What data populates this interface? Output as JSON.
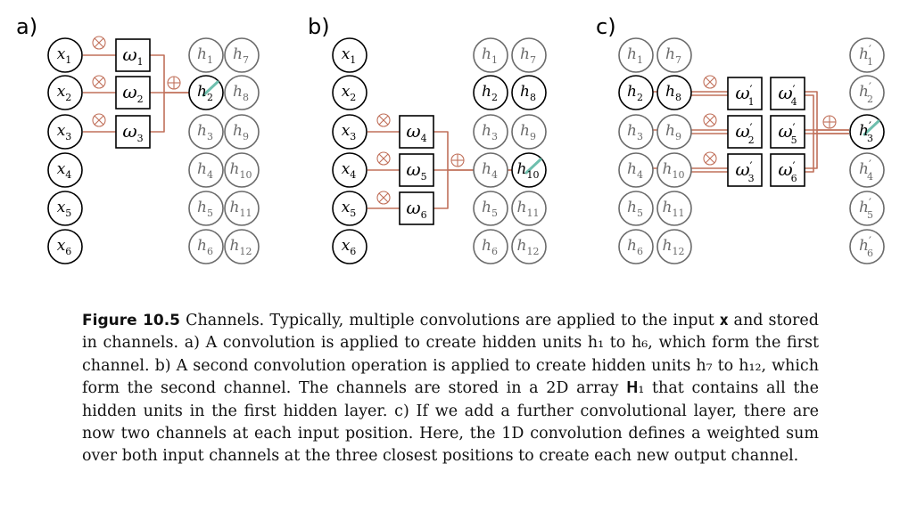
{
  "colors": {
    "black": "#000000",
    "gray": "#6b6b6b",
    "wire": "#c0705a",
    "highlight": "#6ebfae"
  },
  "symbols": {
    "multiply": "⊗",
    "sum": "⊕"
  },
  "panels": [
    {
      "label": "a)",
      "left_nodes": [
        {
          "main": "x",
          "sub": "1",
          "prime": false,
          "style": "black"
        },
        {
          "main": "x",
          "sub": "2",
          "prime": false,
          "style": "black"
        },
        {
          "main": "x",
          "sub": "3",
          "prime": false,
          "style": "black"
        },
        {
          "main": "x",
          "sub": "4",
          "prime": false,
          "style": "black"
        },
        {
          "main": "x",
          "sub": "5",
          "prime": false,
          "style": "black"
        },
        {
          "main": "x",
          "sub": "6",
          "prime": false,
          "style": "black"
        }
      ],
      "right_nodes": [
        {
          "main": "h",
          "sub": "1",
          "prime": false,
          "style": "gray"
        },
        {
          "main": "h",
          "sub": "2",
          "prime": false,
          "style": "target"
        },
        {
          "main": "h",
          "sub": "3",
          "prime": false,
          "style": "gray"
        },
        {
          "main": "h",
          "sub": "4",
          "prime": false,
          "style": "gray"
        },
        {
          "main": "h",
          "sub": "5",
          "prime": false,
          "style": "gray"
        },
        {
          "main": "h",
          "sub": "6",
          "prime": false,
          "style": "gray"
        },
        {
          "main": "h",
          "sub": "7",
          "prime": false,
          "style": "gray"
        },
        {
          "main": "h",
          "sub": "8",
          "prime": false,
          "style": "gray"
        },
        {
          "main": "h",
          "sub": "9",
          "prime": false,
          "style": "gray"
        },
        {
          "main": "h",
          "sub": "10",
          "prime": false,
          "style": "gray"
        },
        {
          "main": "h",
          "sub": "11",
          "prime": false,
          "style": "gray"
        },
        {
          "main": "h",
          "sub": "12",
          "prime": false,
          "style": "gray"
        }
      ],
      "weights": [
        [
          {
            "main": "ω",
            "sub": "1",
            "prime": false
          }
        ],
        [
          {
            "main": "ω",
            "sub": "2",
            "prime": false
          }
        ],
        [
          {
            "main": "ω",
            "sub": "3",
            "prime": false
          }
        ]
      ]
    },
    {
      "label": "b)",
      "left_nodes": [
        {
          "main": "x",
          "sub": "1",
          "prime": false,
          "style": "black"
        },
        {
          "main": "x",
          "sub": "2",
          "prime": false,
          "style": "black"
        },
        {
          "main": "x",
          "sub": "3",
          "prime": false,
          "style": "black"
        },
        {
          "main": "x",
          "sub": "4",
          "prime": false,
          "style": "black"
        },
        {
          "main": "x",
          "sub": "5",
          "prime": false,
          "style": "black"
        },
        {
          "main": "x",
          "sub": "6",
          "prime": false,
          "style": "black"
        }
      ],
      "right_nodes": [
        {
          "main": "h",
          "sub": "1",
          "prime": false,
          "style": "gray"
        },
        {
          "main": "h",
          "sub": "2",
          "prime": false,
          "style": "black"
        },
        {
          "main": "h",
          "sub": "3",
          "prime": false,
          "style": "gray"
        },
        {
          "main": "h",
          "sub": "4",
          "prime": false,
          "style": "gray"
        },
        {
          "main": "h",
          "sub": "5",
          "prime": false,
          "style": "gray"
        },
        {
          "main": "h",
          "sub": "6",
          "prime": false,
          "style": "gray"
        },
        {
          "main": "h",
          "sub": "7",
          "prime": false,
          "style": "gray"
        },
        {
          "main": "h",
          "sub": "8",
          "prime": false,
          "style": "black"
        },
        {
          "main": "h",
          "sub": "9",
          "prime": false,
          "style": "gray"
        },
        {
          "main": "h",
          "sub": "10",
          "prime": false,
          "style": "target"
        },
        {
          "main": "h",
          "sub": "11",
          "prime": false,
          "style": "gray"
        },
        {
          "main": "h",
          "sub": "12",
          "prime": false,
          "style": "gray"
        }
      ],
      "weights": [
        [
          {
            "main": "ω",
            "sub": "4",
            "prime": false
          }
        ],
        [
          {
            "main": "ω",
            "sub": "5",
            "prime": false
          }
        ],
        [
          {
            "main": "ω",
            "sub": "6",
            "prime": false
          }
        ]
      ]
    },
    {
      "label": "c)",
      "left_nodes": [
        {
          "main": "h",
          "sub": "1",
          "prime": false,
          "style": "gray"
        },
        {
          "main": "h",
          "sub": "2",
          "prime": false,
          "style": "black"
        },
        {
          "main": "h",
          "sub": "3",
          "prime": false,
          "style": "gray"
        },
        {
          "main": "h",
          "sub": "4",
          "prime": false,
          "style": "gray"
        },
        {
          "main": "h",
          "sub": "5",
          "prime": false,
          "style": "gray"
        },
        {
          "main": "h",
          "sub": "6",
          "prime": false,
          "style": "gray"
        },
        {
          "main": "h",
          "sub": "7",
          "prime": false,
          "style": "gray"
        },
        {
          "main": "h",
          "sub": "8",
          "prime": false,
          "style": "black"
        },
        {
          "main": "h",
          "sub": "9",
          "prime": false,
          "style": "gray"
        },
        {
          "main": "h",
          "sub": "10",
          "prime": false,
          "style": "gray"
        },
        {
          "main": "h",
          "sub": "11",
          "prime": false,
          "style": "gray"
        },
        {
          "main": "h",
          "sub": "12",
          "prime": false,
          "style": "gray"
        }
      ],
      "right_nodes": [
        {
          "main": "h",
          "sub": "1",
          "prime": true,
          "style": "gray"
        },
        {
          "main": "h",
          "sub": "2",
          "prime": true,
          "style": "gray"
        },
        {
          "main": "h",
          "sub": "3",
          "prime": true,
          "style": "target"
        },
        {
          "main": "h",
          "sub": "4",
          "prime": true,
          "style": "gray"
        },
        {
          "main": "h",
          "sub": "5",
          "prime": true,
          "style": "gray"
        },
        {
          "main": "h",
          "sub": "6",
          "prime": true,
          "style": "gray"
        }
      ],
      "weights": [
        [
          {
            "main": "ω",
            "sub": "1",
            "prime": true
          },
          {
            "main": "ω",
            "sub": "4",
            "prime": true
          }
        ],
        [
          {
            "main": "ω",
            "sub": "2",
            "prime": true
          },
          {
            "main": "ω",
            "sub": "5",
            "prime": true
          }
        ],
        [
          {
            "main": "ω",
            "sub": "3",
            "prime": true
          },
          {
            "main": "ω",
            "sub": "6",
            "prime": true
          }
        ]
      ]
    }
  ],
  "caption": {
    "label": "Figure 10.5",
    "text": "Channels. Typically, multiple convolutions are applied to the input 𝐱 and stored in channels. a) A convolution is applied to create hidden units h₁ to h₆, which form the first channel. b) A second convolution operation is applied to create hidden units h₇ to h₁₂, which form the second channel. The channels are stored in a 2D array 𝐇₁ that contains all the hidden units in the first hidden layer. c) If we add a further convolutional layer, there are now two channels at each input position. Here, the 1D convolution defines a weighted sum over both input channels at the three closest positions to create each new output channel."
  }
}
